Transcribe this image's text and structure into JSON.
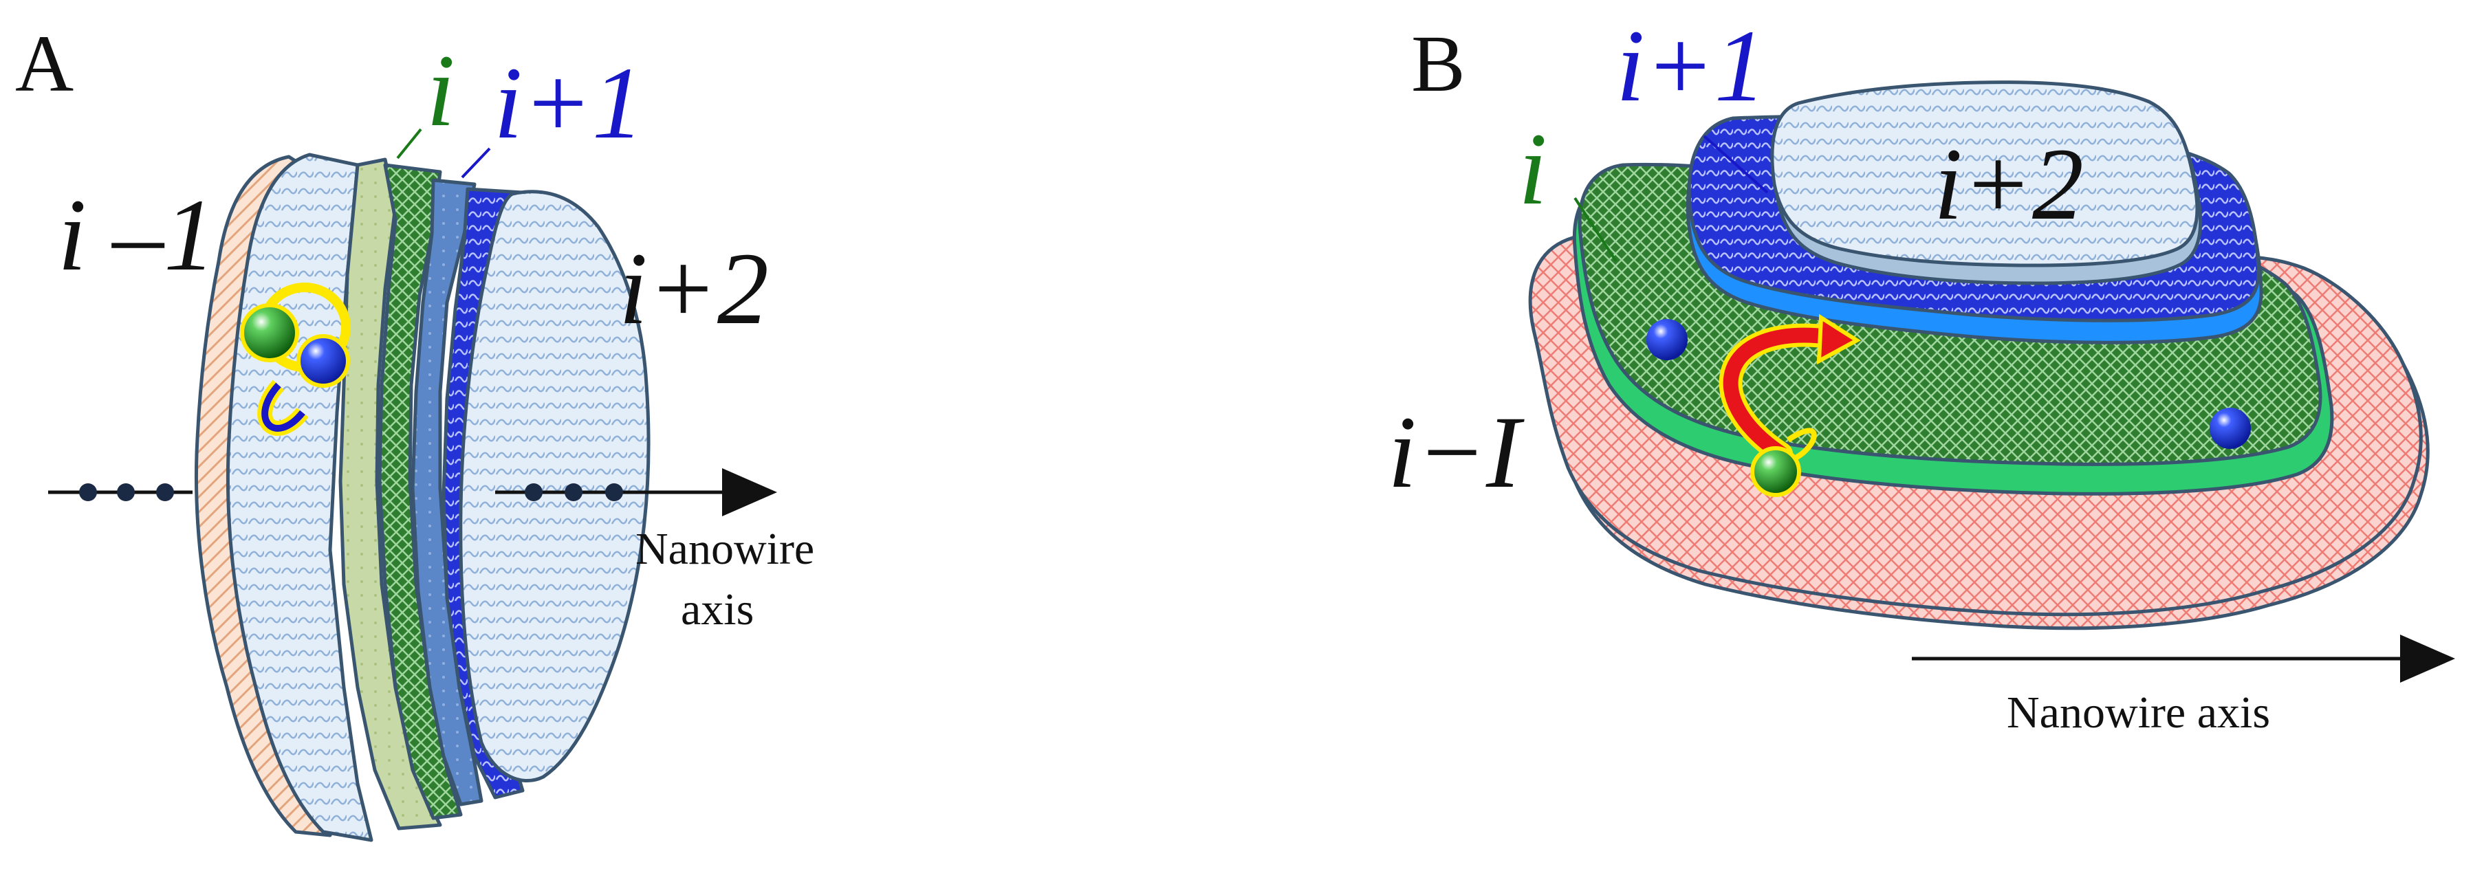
{
  "panel_a": {
    "letter": "A",
    "labels": {
      "i_minus_1": "i –1",
      "i": "i",
      "i_plus_1": "i+1",
      "i_plus_2": "i+2"
    },
    "axis_label_line1": "Nanowire",
    "axis_label_line2": "axis"
  },
  "panel_b": {
    "letter": "B",
    "labels": {
      "i_minus_1": "i−I",
      "i": "i",
      "i_plus_1": "i+1",
      "i_plus_2": "i+2"
    },
    "axis_label": "Nanowire axis"
  },
  "colors": {
    "layer_i_minus_1_a": "#f2c6a8",
    "layer_i_minus_1_b": "#f3a6a0",
    "layer_i": "#2f7a2f",
    "layer_i_edge": "#2ecc71",
    "layer_i_plus_1": "#1f2fd0",
    "layer_i_plus_1_edge": "#1e90ff",
    "layer_i_plus_2": "#dbe8f6",
    "label_green": "#1a7a1a",
    "label_blue": "#1818c8",
    "arrow_red": "#e8141b",
    "arrow_yellow": "#ffe800"
  }
}
